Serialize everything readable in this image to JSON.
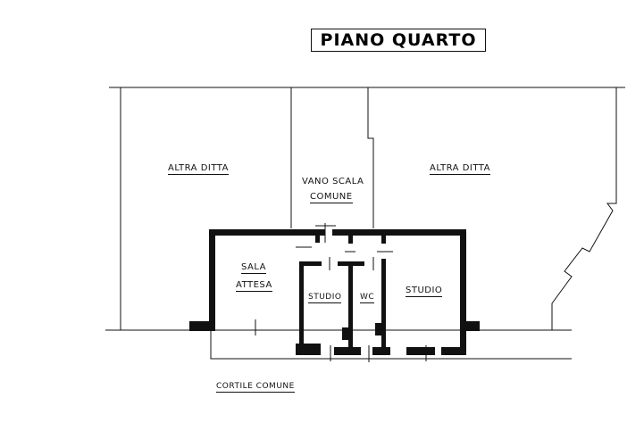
{
  "title": "PIANO QUARTO",
  "rooms": {
    "altra_ditta_left": "ALTRA DITTA",
    "vano_scala_1": "VANO SCALA",
    "vano_scala_2": "COMUNE",
    "altra_ditta_right": "ALTRA DITTA",
    "sala_1": "SALA",
    "sala_2": "ATTESA",
    "studio_left": "STUDIO",
    "wc": "WC",
    "studio_right": "STUDIO",
    "cortile": "CORTILE COMUNE"
  }
}
